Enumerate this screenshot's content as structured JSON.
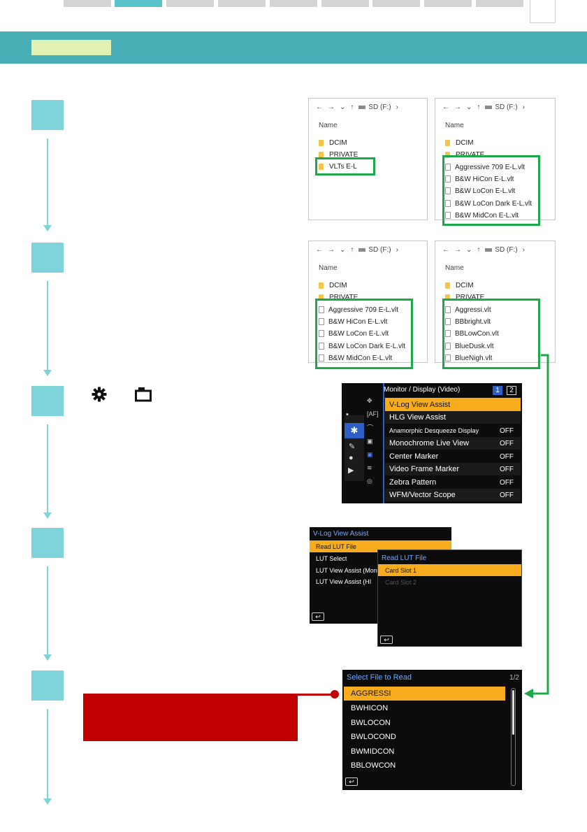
{
  "tabs": [
    "",
    "",
    "",
    "",
    "",
    "",
    "",
    "",
    ""
  ],
  "explorer_panels": [
    {
      "nav": [
        "←",
        "→",
        "⌄",
        "↑",
        "SD (F:)",
        "›"
      ],
      "header": "Name",
      "rows": [
        {
          "type": "folder",
          "text": "DCIM"
        },
        {
          "type": "folder",
          "text": "PRIVATE"
        },
        {
          "type": "folder",
          "text": "VLTs E-L"
        }
      ]
    },
    {
      "nav": [
        "←",
        "→",
        "⌄",
        "↑",
        "SD (F:)",
        "›"
      ],
      "header": "Name",
      "rows": [
        {
          "type": "folder",
          "text": "DCIM"
        },
        {
          "type": "folder",
          "text": "PRIVATE"
        },
        {
          "type": "file",
          "text": "Aggressive 709 E-L.vlt"
        },
        {
          "type": "file",
          "text": "B&W HiCon E-L.vlt"
        },
        {
          "type": "file",
          "text": "B&W LoCon  E-L.vlt"
        },
        {
          "type": "file",
          "text": "B&W LoCon Dark E-L.vlt"
        },
        {
          "type": "file",
          "text": "B&W MidCon E-L.vlt"
        }
      ]
    },
    {
      "nav": [
        "←",
        "→",
        "⌄",
        "↑",
        "SD (F:)",
        "›"
      ],
      "header": "Name",
      "rows": [
        {
          "type": "folder",
          "text": "DCIM"
        },
        {
          "type": "folder",
          "text": "PRIVATE"
        },
        {
          "type": "file",
          "text": "Aggressive 709 E-L.vlt"
        },
        {
          "type": "file",
          "text": "B&W HiCon E-L.vlt"
        },
        {
          "type": "file",
          "text": "B&W LoCon  E-L.vlt"
        },
        {
          "type": "file",
          "text": "B&W LoCon Dark E-L.vlt"
        },
        {
          "type": "file",
          "text": "B&W MidCon E-L.vlt"
        }
      ]
    },
    {
      "nav": [
        "←",
        "→",
        "⌄",
        "↑",
        "SD (F:)",
        "›"
      ],
      "header": "Name",
      "rows": [
        {
          "type": "folder",
          "text": "DCIM"
        },
        {
          "type": "folder",
          "text": "PRIVATE"
        },
        {
          "type": "file",
          "text": "Aggressi.vlt"
        },
        {
          "type": "file",
          "text": "BBbright.vlt"
        },
        {
          "type": "file",
          "text": "BBLowCon.vlt"
        },
        {
          "type": "file",
          "text": "BlueDusk.vlt"
        },
        {
          "type": "file",
          "text": "BlueNigh.vlt"
        }
      ]
    }
  ],
  "monitor_menu": {
    "title": "Monitor / Display (Video)",
    "pages": [
      "1",
      "2"
    ],
    "items": [
      {
        "label": "V-Log View Assist",
        "value": ""
      },
      {
        "label": "HLG View Assist",
        "value": ""
      },
      {
        "label": "Anamorphic Desqueeze Display",
        "value": "OFF"
      },
      {
        "label": "Monochrome Live View",
        "value": "OFF"
      },
      {
        "label": "Center Marker",
        "value": "OFF"
      },
      {
        "label": "Video Frame Marker",
        "value": "OFF"
      },
      {
        "label": "Zebra Pattern",
        "value": "OFF"
      },
      {
        "label": "WFM/Vector Scope",
        "value": "OFF"
      }
    ]
  },
  "vlog_menu": {
    "title": "V-Log View Assist",
    "items": [
      "Read LUT File",
      "LUT Select",
      "LUT View Assist (Mon",
      "LUT View Assist (HI"
    ]
  },
  "read_lut_menu": {
    "title": "Read LUT File",
    "items": [
      "Card Slot 1",
      "Card Slot 2"
    ]
  },
  "select_file_menu": {
    "title": "Select File to Read",
    "page": "1/2",
    "items": [
      "AGGRESSI",
      "BWHICON",
      "BWLOCON",
      "BWLOCOND",
      "BWMIDCON",
      "BBLOWCON"
    ]
  },
  "colors": {
    "accent": "#4aaeb7",
    "step": "#7fd3da",
    "highlight": "#1ea84a",
    "selection": "#f7ac1e",
    "callout": "#c00000"
  }
}
